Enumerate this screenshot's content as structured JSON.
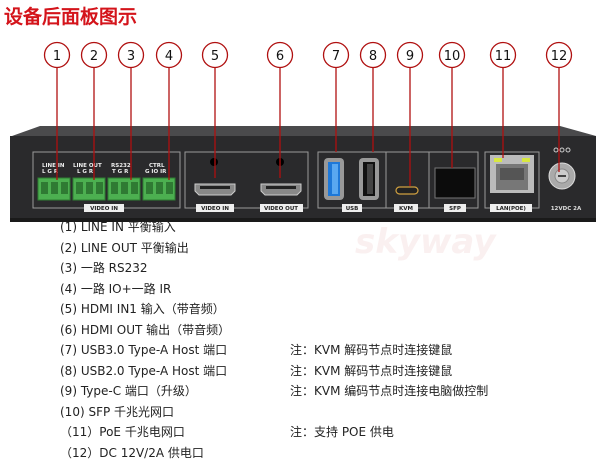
{
  "title": "设备后面板图示",
  "accent_color": "#d4141b",
  "callouts": [
    "1",
    "2",
    "3",
    "4",
    "5",
    "6",
    "7",
    "8",
    "9",
    "10",
    "11",
    "12"
  ],
  "panel_labels": {
    "line_in": "LINE IN",
    "line_in_pins": "L G R",
    "line_out": "LINE OUT",
    "line_out_pins": "L G R",
    "rs232": "RS232",
    "rs232_pins": "T G R",
    "ctrl": "CTRL",
    "ctrl_pins": "G IO IR",
    "video_in_group": "VIDEO IN",
    "hdmi_in": "VIDEO IN",
    "hdmi_out": "VIDEO OUT",
    "usb": "USB",
    "kvm": "KVM",
    "sfp": "SFP",
    "lan": "LAN(POE)",
    "power": "12VDC 2A"
  },
  "watermark": "skyway",
  "items": [
    {
      "label": "(1) LINE IN 平衡输入",
      "note": ""
    },
    {
      "label": "(2) LINE OUT 平衡输出",
      "note": ""
    },
    {
      "label": "(3) 一路 RS232",
      "note": ""
    },
    {
      "label": "(4) 一路 IO+一路 IR",
      "note": ""
    },
    {
      "label": "(5) HDMI IN1 输入（带音频）",
      "note": ""
    },
    {
      "label": "(6) HDMI OUT  输出（带音频）",
      "note": ""
    },
    {
      "label": "(7) USB3.0 Type-A Host 端口",
      "note": "注：KVM 解码节点时连接键鼠"
    },
    {
      "label": "(8) USB2.0 Type-A Host 端口",
      "note": "注：KVM 解码节点时连接键鼠"
    },
    {
      "label": "(9) Type-C  端口（升级）",
      "note": "注：KVM 编码节点时连接电脑做控制"
    },
    {
      "label": "(10) SFP 千兆光网口",
      "note": ""
    },
    {
      "label": "（11）PoE 千兆电网口",
      "note": "注：支持 POE 供电"
    },
    {
      "label": "（12）DC 12V/2A 供电口",
      "note": ""
    }
  ]
}
